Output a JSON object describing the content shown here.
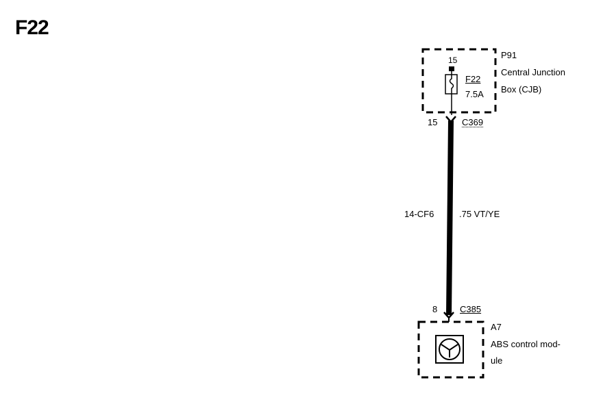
{
  "title": "F22",
  "fuse_box": {
    "ref": "P91",
    "name_line1": "Central Junction",
    "name_line2": "Box (CJB)",
    "top_pin": "15",
    "fuse_id": "F22",
    "fuse_rating": "7.5A"
  },
  "connector_top": {
    "pin": "15",
    "id": "C369"
  },
  "wire": {
    "circuit": "14-CF6",
    "spec": ".75 VT/YE"
  },
  "connector_bottom": {
    "pin": "8",
    "id": "C385"
  },
  "module": {
    "ref": "A7",
    "name_line1": "ABS control mod-",
    "name_line2": "ule",
    "icon": "abs-module-icon"
  }
}
